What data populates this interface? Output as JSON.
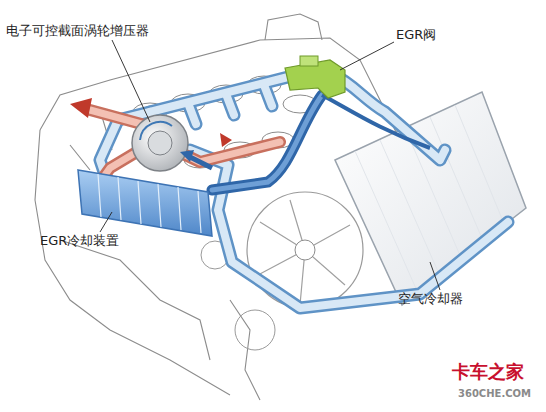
{
  "diagram": {
    "labels": [
      "电子可控截面涡轮增压器",
      "EGR阀",
      "EGR冷却装置",
      "空气冷却器",
      "卡车之家",
      "360CHE.COM"
    ]
  }
}
